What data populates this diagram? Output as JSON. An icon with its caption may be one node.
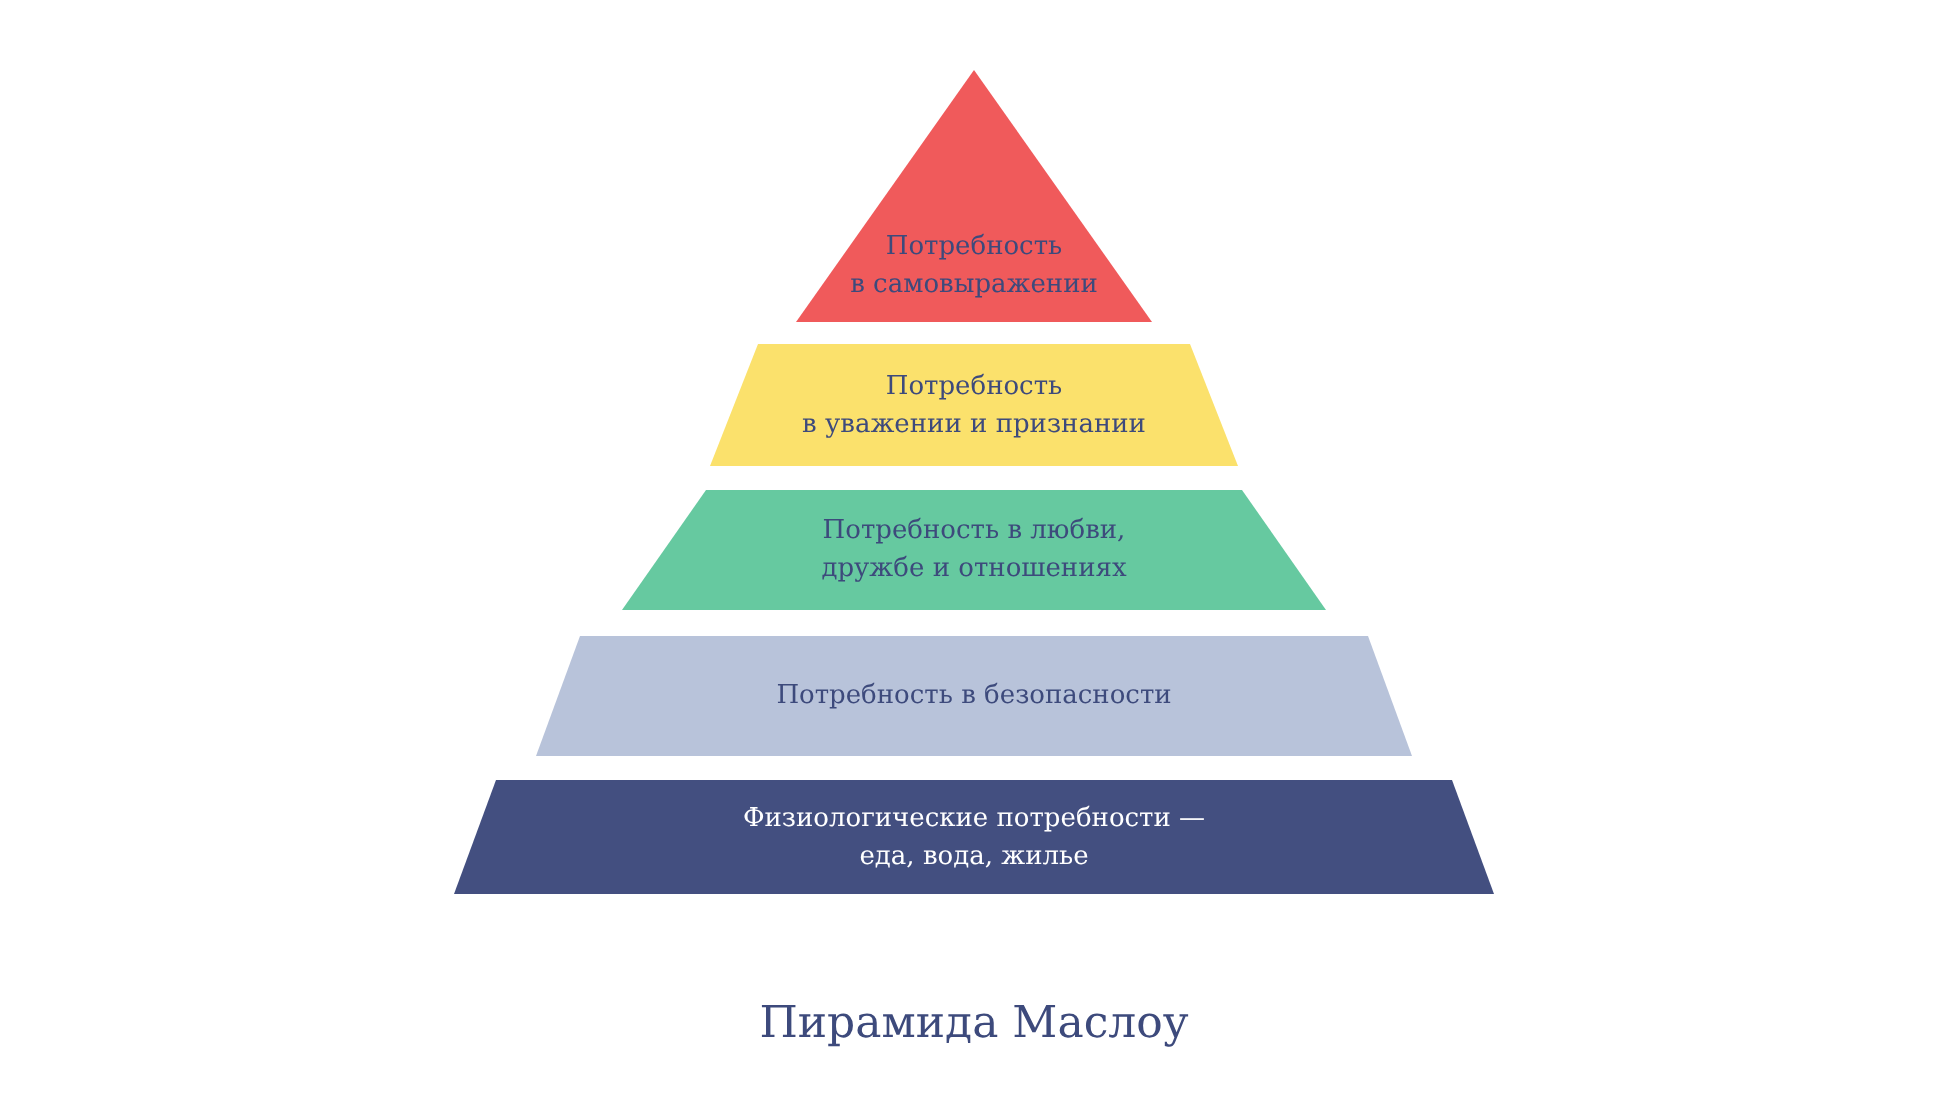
{
  "diagram": {
    "caption": "Пирамида Маслоу",
    "nodes": [
      {
        "text": [
          "Потребность в самовыражении"
        ]
      },
      {
        "text": [
          "Потребность в уважении и признании"
        ]
      },
      {
        "text": [
          "Потребность в любви, дружбе и отношениях"
        ]
      },
      {
        "text": [
          "Потребность в безопасности"
        ]
      },
      {
        "text": [
          "Физиологические потребности — еда, вода, жилье"
        ]
      }
    ]
  }
}
